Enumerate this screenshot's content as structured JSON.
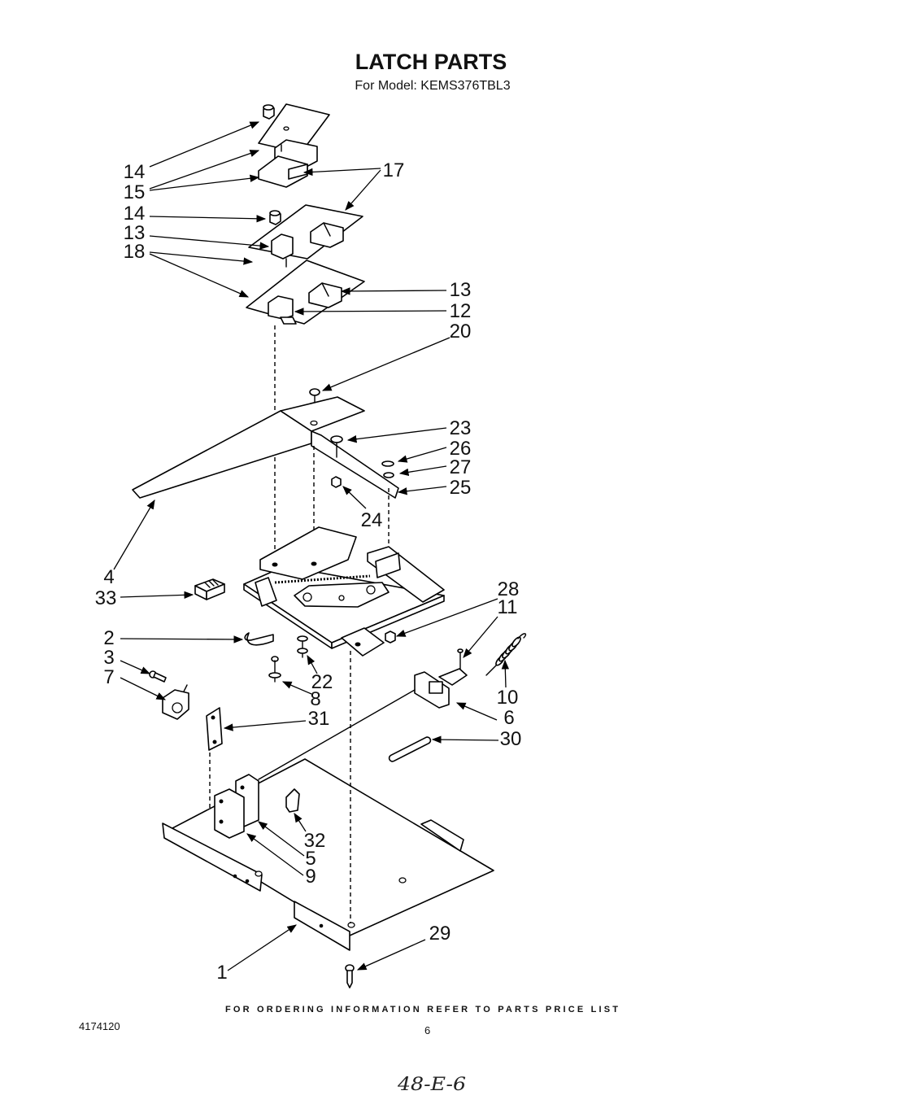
{
  "title": "LATCH PARTS",
  "subtitle": "For Model: KEMS376TBL3",
  "callouts": [
    "14",
    "15",
    "17",
    "14",
    "13",
    "18",
    "13",
    "12",
    "20",
    "23",
    "26",
    "27",
    "25",
    "24",
    "4",
    "33",
    "28",
    "11",
    "2",
    "3",
    "22",
    "7",
    "8",
    "10",
    "31",
    "6",
    "30",
    "32",
    "5",
    "9",
    "29",
    "1"
  ],
  "footer": {
    "ordering_note": "FOR ORDERING INFORMATION REFER TO PARTS PRICE LIST",
    "document_number": "4174120",
    "page_number": "6",
    "handwritten_note": "48-E-6"
  }
}
